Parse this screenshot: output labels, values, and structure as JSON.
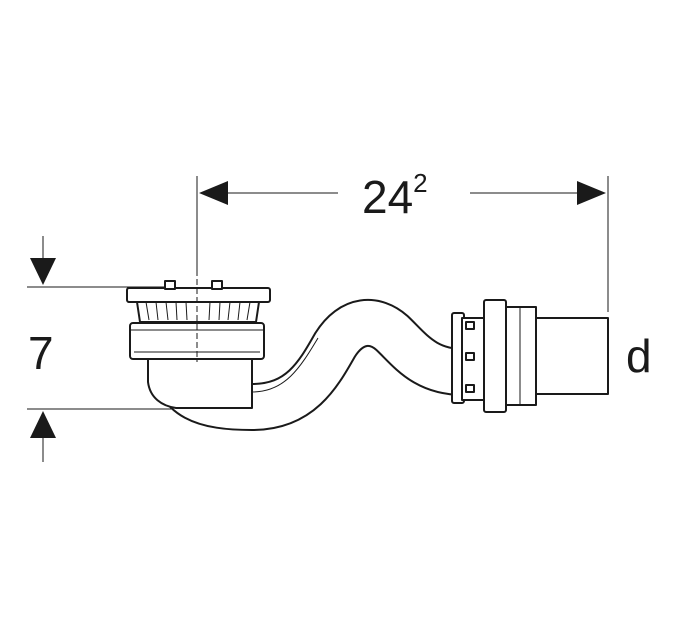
{
  "dimensions": {
    "length_main": "24",
    "length_sup": "2",
    "height": "7",
    "diameter": "d"
  },
  "colors": {
    "line": "#1a1a1a",
    "background": "#ffffff"
  }
}
